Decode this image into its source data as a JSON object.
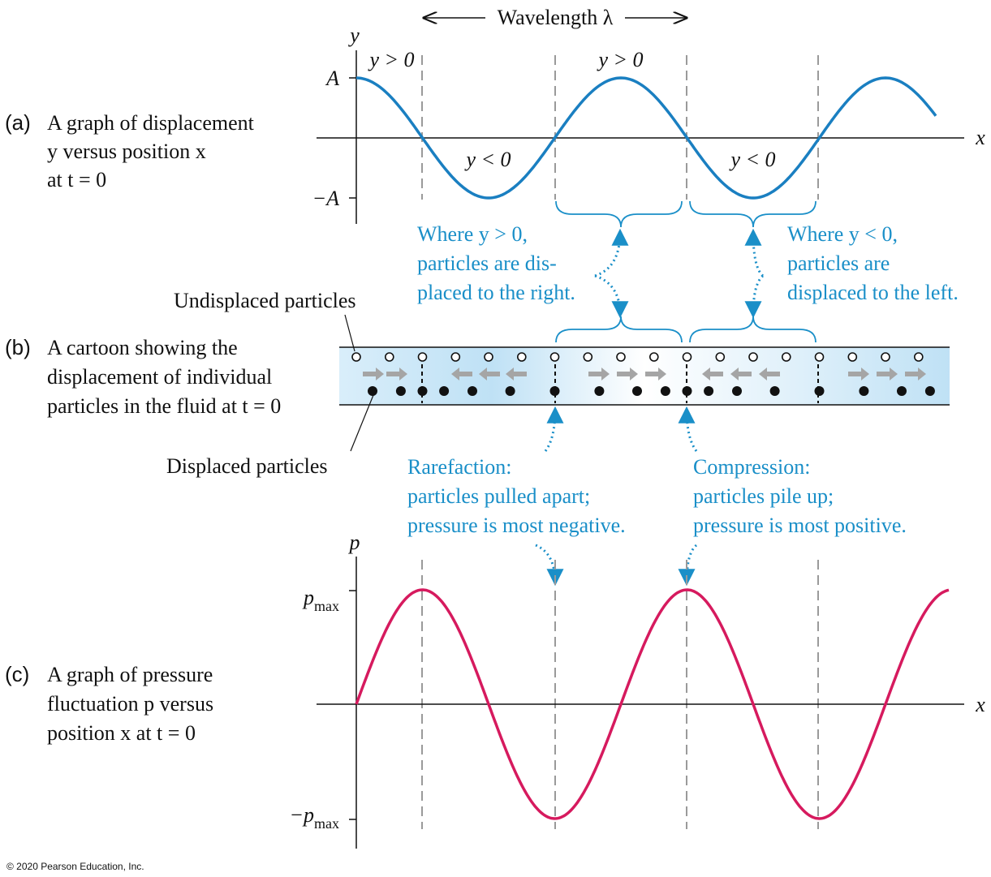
{
  "colors": {
    "displacement_curve": "#1a7fc1",
    "pressure_curve": "#d61a5e",
    "annotation": "#1a8fc8",
    "axis": "#111111",
    "dashed_guide": "#9a9a9a",
    "tube_fill": "#bfe1f5"
  },
  "wavelength_label": "Wavelength λ",
  "panel_a": {
    "tag": "(a)",
    "caption": [
      "A graph of displacement",
      "y versus position x",
      "at t = 0"
    ],
    "y_axis_label": "y",
    "x_axis_label": "x",
    "tick_A": "A",
    "tick_neg_A": "−A",
    "region_labels": [
      "y > 0",
      "y < 0",
      "y > 0",
      "y < 0"
    ]
  },
  "annotations_ab": {
    "right": [
      "Where y > 0,",
      "particles are dis-",
      "placed to the right."
    ],
    "left": [
      "Where y < 0,",
      "particles are",
      "displaced to the left."
    ]
  },
  "panel_b": {
    "tag": "(b)",
    "caption": [
      "A cartoon showing the",
      "displacement of individual",
      "particles in the fluid at t = 0"
    ],
    "undisplaced_label": "Undisplaced particles",
    "displaced_label": "Displaced particles"
  },
  "annotations_bc": {
    "rarefaction": [
      "Rarefaction:",
      "particles pulled apart;",
      "pressure is most negative."
    ],
    "compression": [
      "Compression:",
      "particles pile up;",
      "pressure is most positive."
    ]
  },
  "panel_c": {
    "tag": "(c)",
    "caption": [
      "A graph of pressure",
      "fluctuation p versus",
      "position x at t = 0"
    ],
    "y_axis_label": "p",
    "x_axis_label": "x",
    "tick_pmax": "p",
    "tick_pmax_sub": "max",
    "tick_neg_pmax": "−p",
    "tick_neg_pmax_sub": "max"
  },
  "copyright": "© 2020 Pearson Education, Inc."
}
